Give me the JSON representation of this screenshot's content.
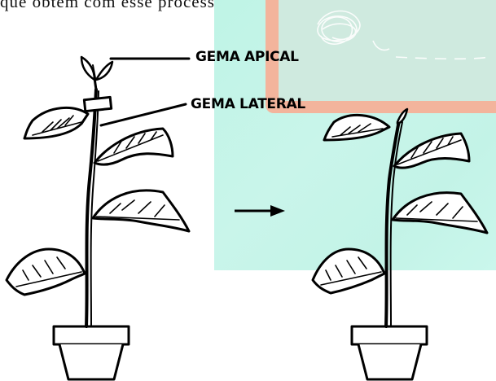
{
  "intro_text": "que obtém com esse processo?",
  "labels": {
    "apical_bud": "GEMA APICAL",
    "lateral_bud": "GEMA LATERAL"
  },
  "colors": {
    "overlay": "#c5f4e8",
    "board_frame": "#f3b49c",
    "board_inner": "#cfeadf",
    "ink": "#000000"
  }
}
